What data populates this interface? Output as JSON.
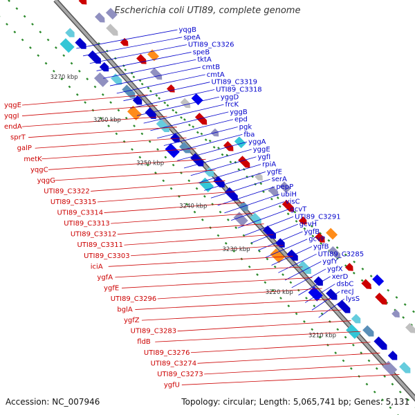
{
  "title": "Escherichia coli UTI89, complete genome",
  "accession_label": "Accession: NC_007946",
  "topology_label": "Topology: circular; Length: 5,065,741 bp; Genes: 5,131",
  "colors": {
    "forward_gene": "#cc0000",
    "reverse_gene": "#0000cc",
    "backbone": "#a8a8a8",
    "ticks": "#2e8b2e"
  },
  "kbp_ticks": [
    "3270 kbp",
    "3260 kbp",
    "3250 kbp",
    "3240 kbp",
    "3230 kbp",
    "3220 kbp",
    "3210 kbp"
  ],
  "reverse_labels": [
    "yqgB",
    "speA",
    "UTI89_C3326",
    "speB",
    "tktA",
    "cmtB",
    "cmtA",
    "UTI89_C3319",
    "UTI89_C3318",
    "yggD",
    "frcK",
    "yggB",
    "epd",
    "pgk",
    "fba",
    "yggA",
    "yggE",
    "ygfI",
    "rpiA",
    "ygfE",
    "serA",
    "pepP",
    "ubiH",
    "visC",
    "gcvT",
    "UTI89_C3291",
    "gcvH",
    "ygfB",
    "gcvP",
    "ygfB",
    "UTI89_C3285",
    "ygfY",
    "ygfX",
    "xerD",
    "dsbC",
    "recJ",
    "lysS"
  ],
  "forward_labels": [
    "yqgE",
    "yqgI",
    "endA",
    "sprT",
    "galP",
    "metK",
    "yqgC",
    "yqgG",
    "UTI89_C3322",
    "UTI89_C3315",
    "UTI89_C3314",
    "UTI89_C3313",
    "UTI89_C3312",
    "UTI89_C3311",
    "UTI89_C3303",
    "iciA",
    "ygfA",
    "ygfE",
    "UTI89_C3296",
    "bglA",
    "ygfZ",
    "UTI89_C3283",
    "fldB",
    "UTI89_C3276",
    "UTI89_C3274",
    "UTI89_C3273",
    "ygfU"
  ]
}
